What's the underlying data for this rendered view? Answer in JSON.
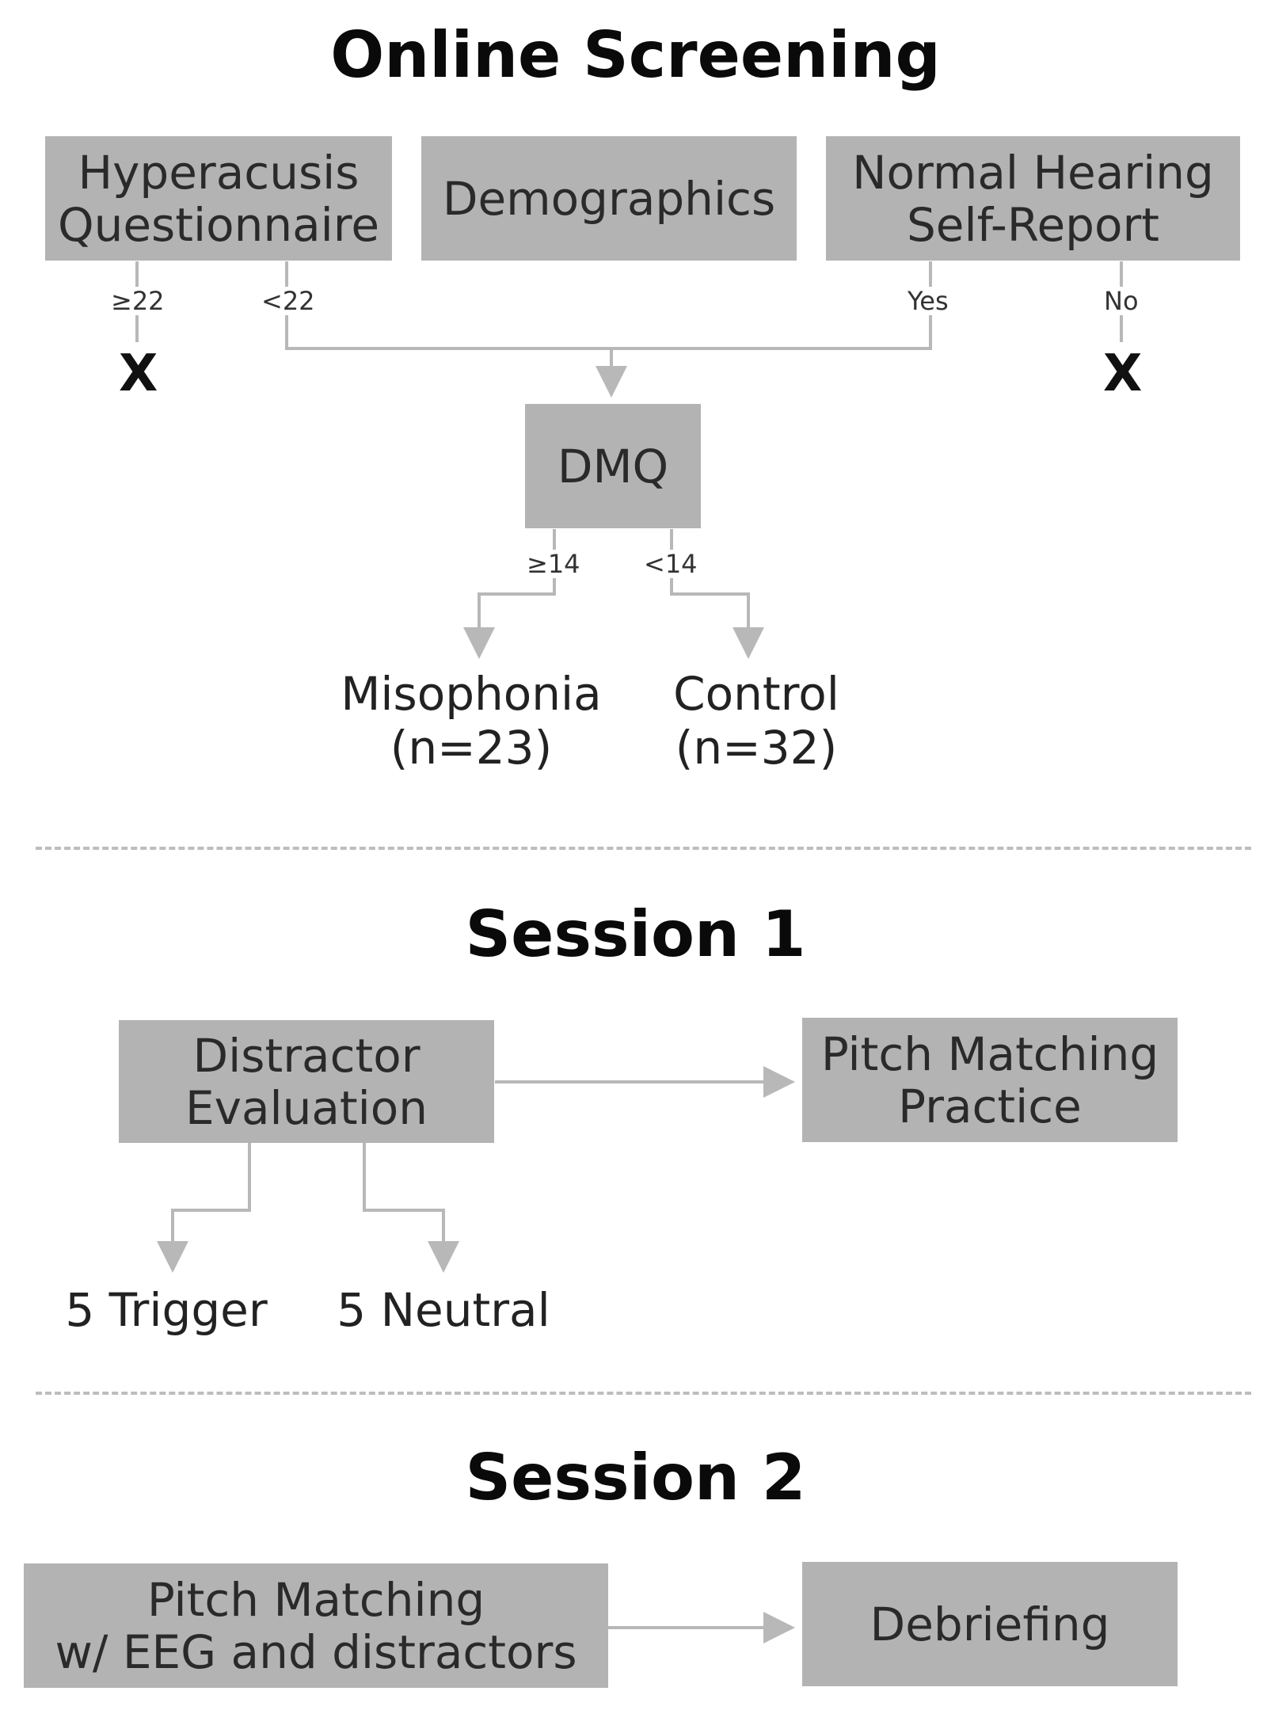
{
  "sections": {
    "online_screening": {
      "title": "Online Screening",
      "boxes": {
        "hyperacusis": [
          "Hyperacusis",
          "Questionnaire"
        ],
        "demographics": [
          "Demographics"
        ],
        "normal_hearing": [
          "Normal Hearing",
          "Self-Report"
        ],
        "dmq": [
          "DMQ"
        ]
      },
      "edge_labels": {
        "hyper_exclude": "≥22",
        "hyper_pass": "<22",
        "hearing_pass": "Yes",
        "hearing_exclude": "No",
        "dmq_high": "≥14",
        "dmq_low": "<14"
      },
      "exclusion_marks": [
        "X",
        "X"
      ],
      "groups": {
        "misophonia": [
          "Misophonia",
          "(n=23)"
        ],
        "control": [
          "Control",
          "(n=32)"
        ]
      }
    },
    "session_1": {
      "title": "Session 1",
      "boxes": {
        "distractor_evaluation": [
          "Distractor",
          "Evaluation"
        ],
        "pitch_matching_practice": [
          "Pitch Matching",
          "Practice"
        ]
      },
      "outcomes": {
        "trigger": "5 Trigger",
        "neutral": "5 Neutral"
      }
    },
    "session_2": {
      "title": "Session 2",
      "boxes": {
        "pitch_matching_eeg": [
          "Pitch Matching",
          "w/ EEG and distractors"
        ],
        "debriefing": [
          "Debriefing"
        ]
      }
    }
  },
  "colors": {
    "box_fill": "#b3b3b3",
    "connector": "#b8b8b8",
    "text": "#2a2a2a",
    "divider": "#bdbdbd"
  }
}
